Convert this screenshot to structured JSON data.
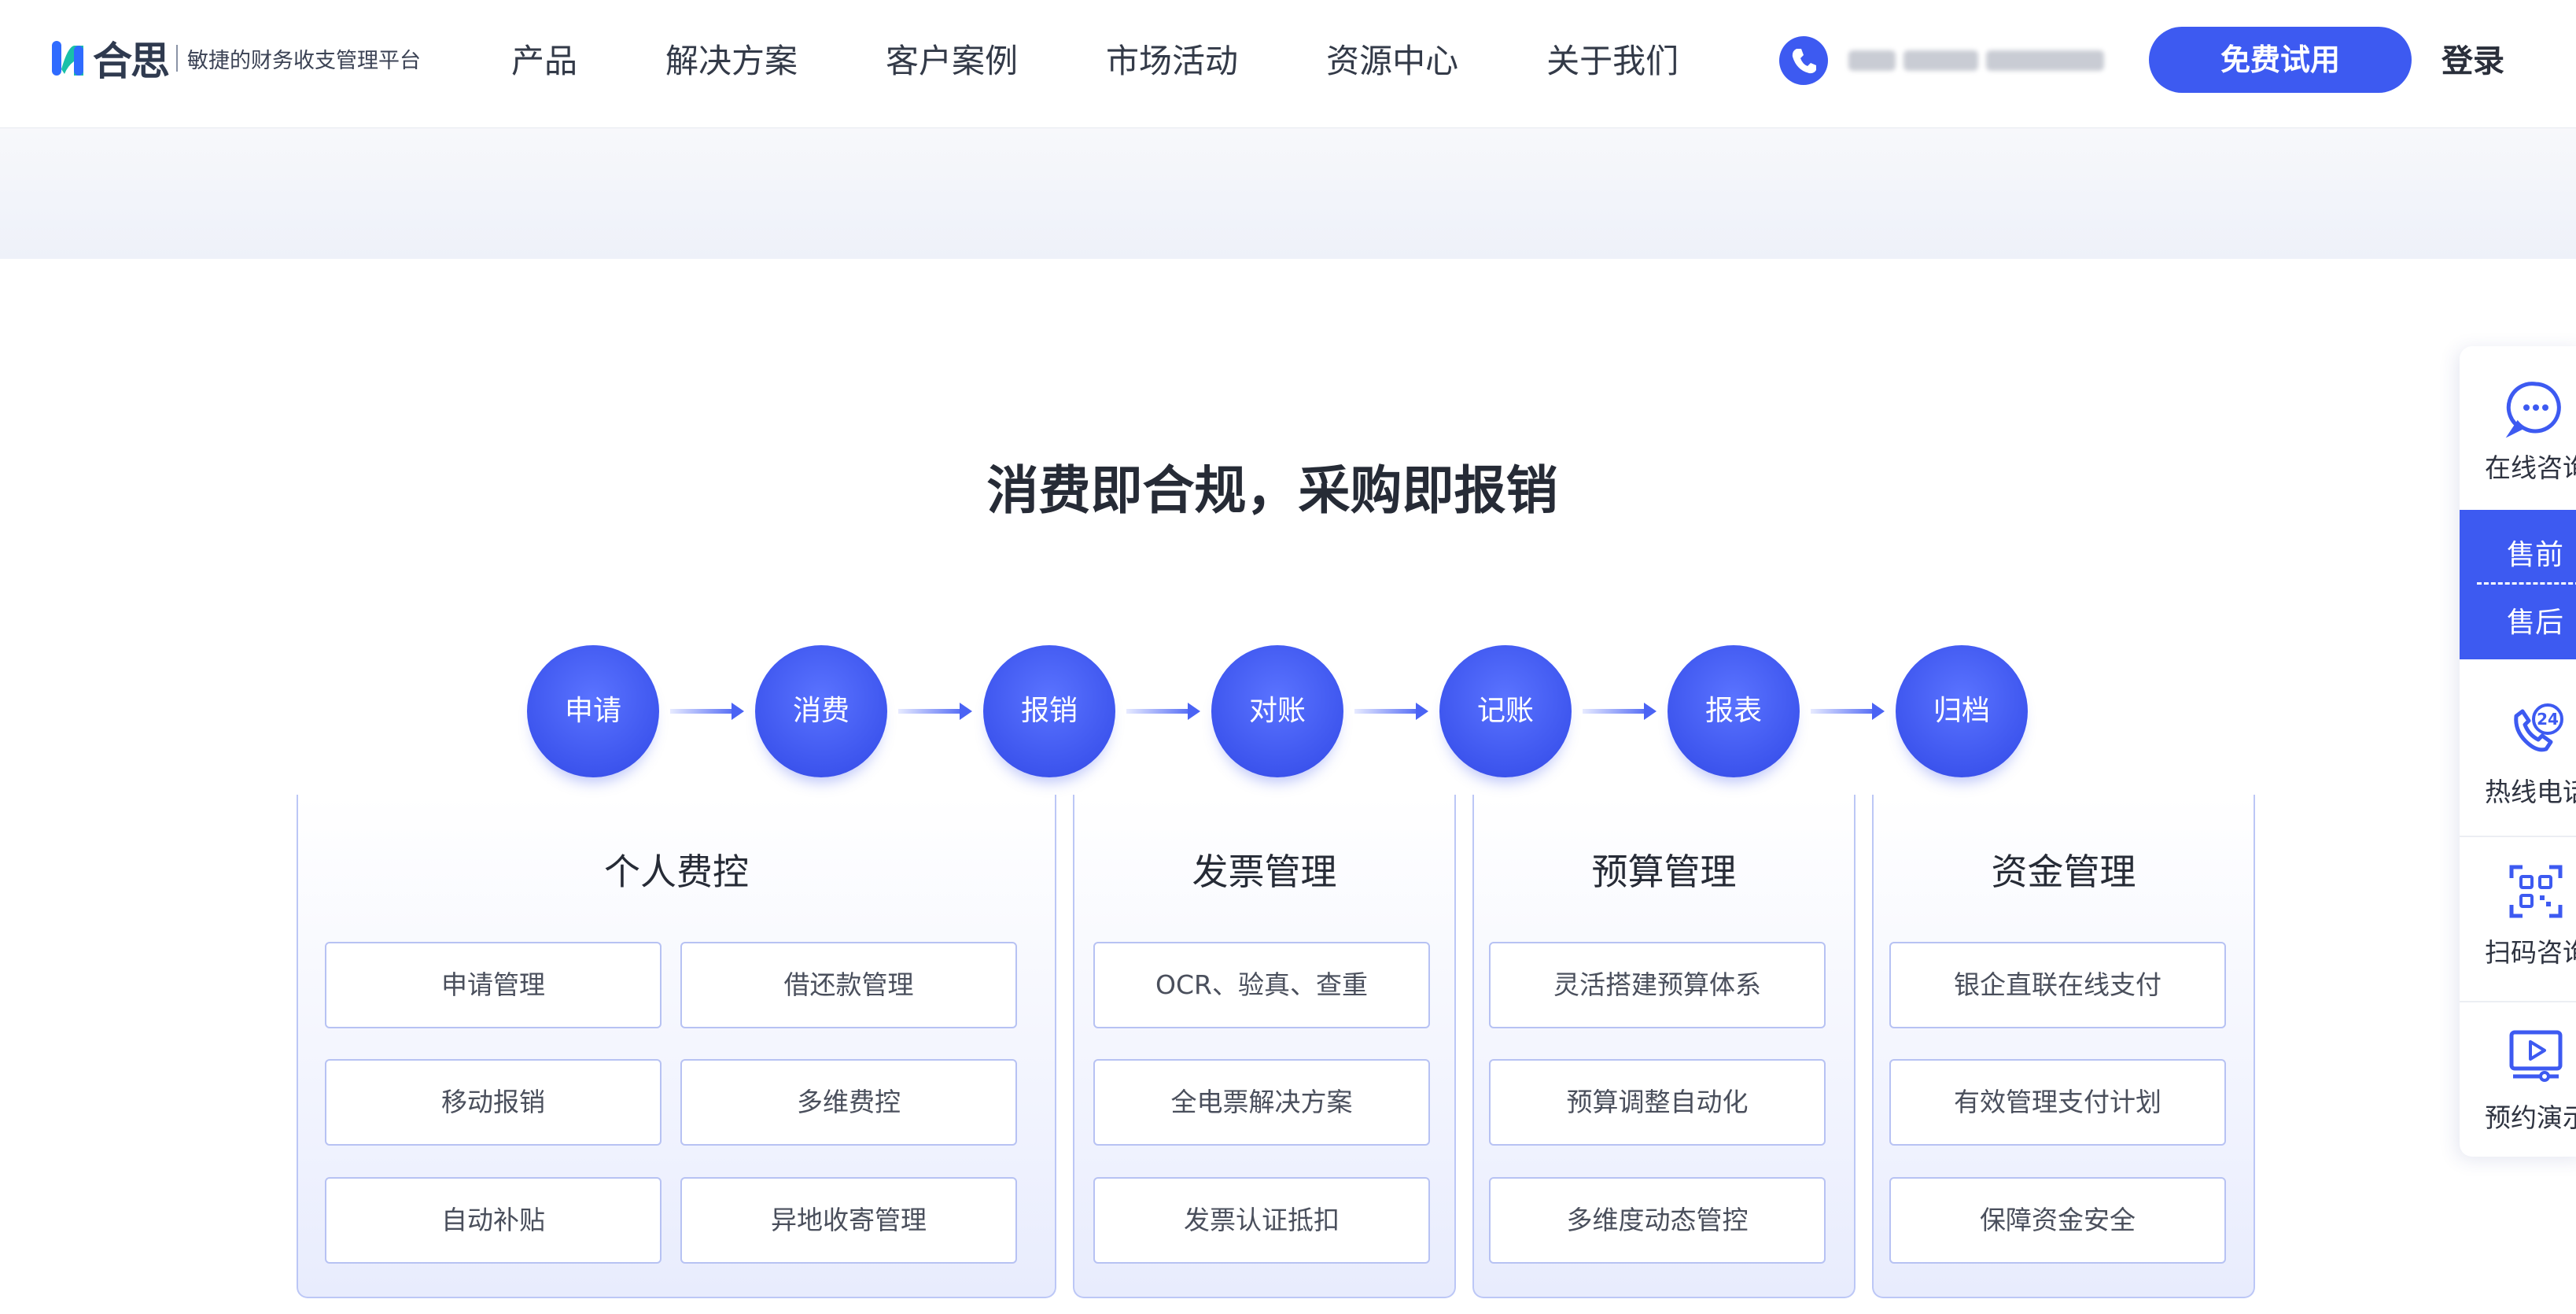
{
  "header": {
    "brand_name": "合思",
    "slogan": "敏捷的财务收支管理平台",
    "nav": [
      "产品",
      "解决方案",
      "客户案例",
      "市场活动",
      "资源中心",
      "关于我们"
    ],
    "phone_icon": "phone-icon",
    "trial_button": "免费试用",
    "login": "登录",
    "accent_color": "#3d5af1"
  },
  "section": {
    "title": "消费即合规，采购即报销",
    "steps": [
      "申请",
      "消费",
      "报销",
      "对账",
      "记账",
      "报表",
      "归档"
    ],
    "panels": [
      {
        "title": "个人费控",
        "items": [
          "申请管理",
          "借还款管理",
          "移动报销",
          "多维费控",
          "自动补贴",
          "异地收寄管理"
        ]
      },
      {
        "title": "发票管理",
        "items": [
          "OCR、验真、查重",
          "全电票解决方案",
          "发票认证抵扣"
        ]
      },
      {
        "title": "预算管理",
        "items": [
          "灵活搭建预算体系",
          "预算调整自动化",
          "多维度动态管控"
        ]
      },
      {
        "title": "资金管理",
        "items": [
          "银企直联在线支付",
          "有效管理支付计划",
          "保障资金安全"
        ]
      }
    ]
  },
  "sidebar": {
    "online_consult": "在线咨询",
    "pre_sale": "售前",
    "after_sale": "售后",
    "hotline": "热线电话",
    "hotline_badge": "24",
    "scan_consult": "扫码咨询",
    "book_demo": "预约演示",
    "icons": [
      "chat-bubble-icon",
      "phone-24-icon",
      "qr-code-icon",
      "video-play-icon"
    ]
  }
}
